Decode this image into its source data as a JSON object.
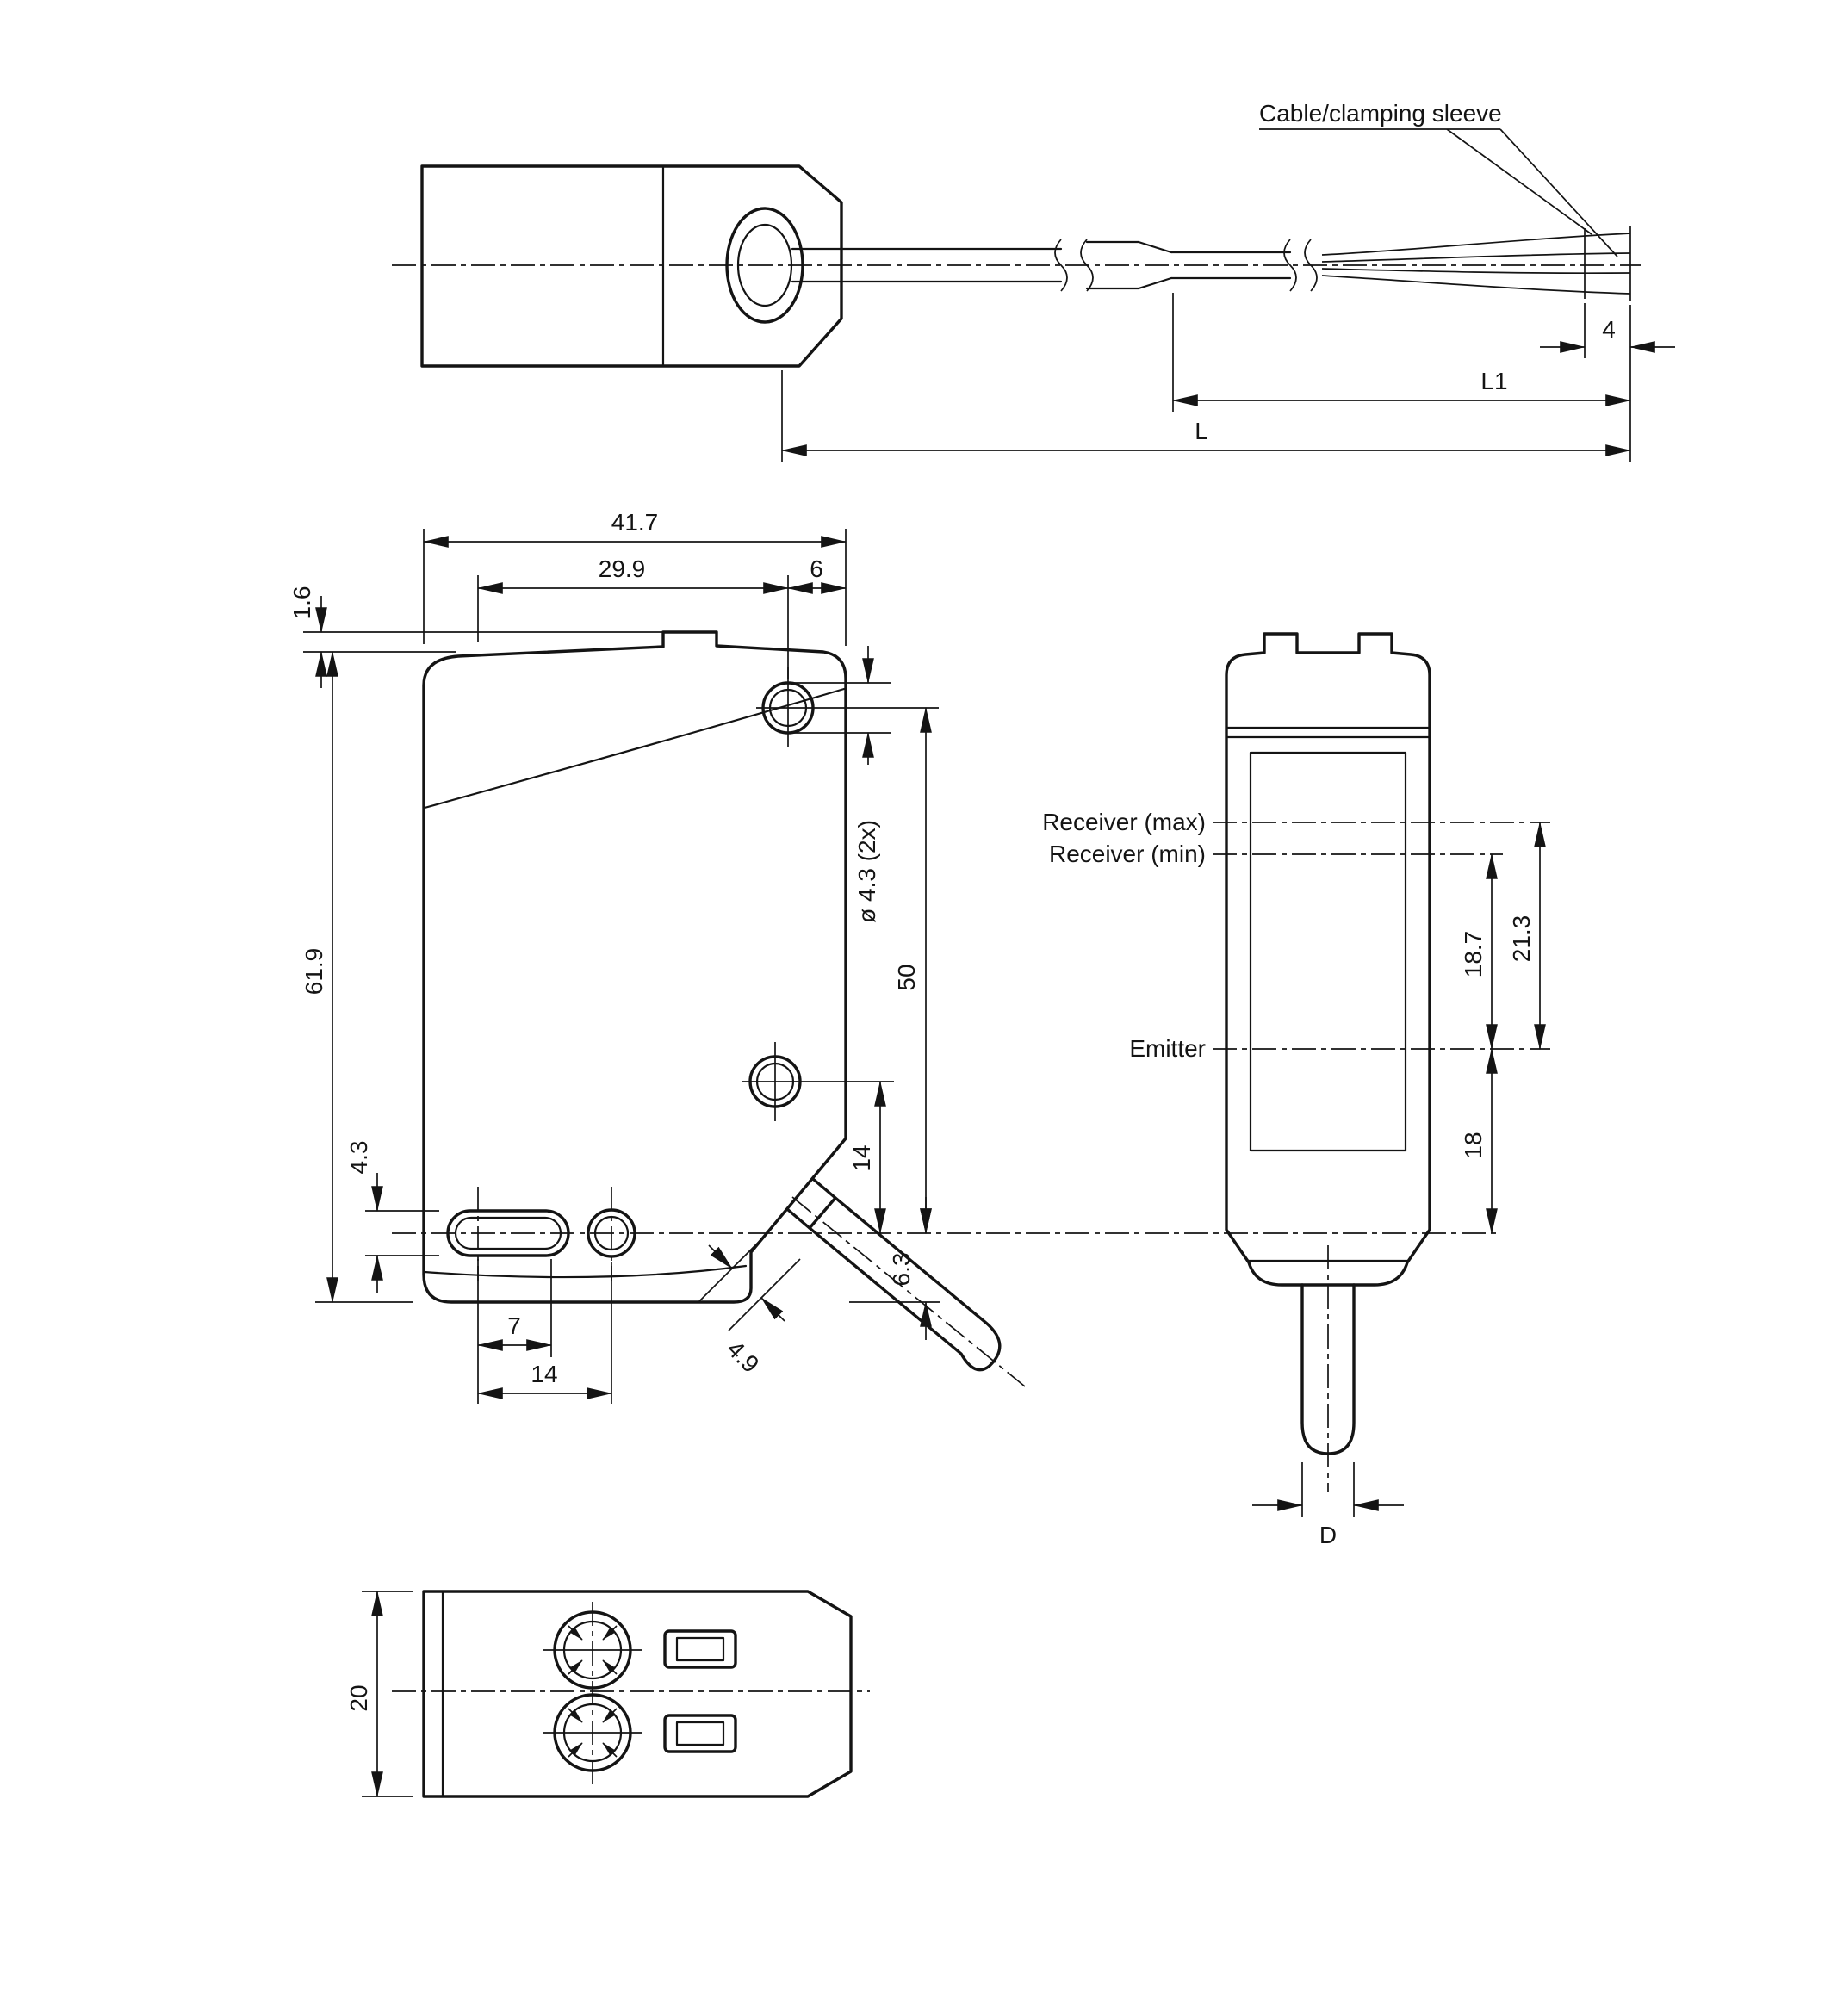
{
  "labels": {
    "cable_sleeve": "Cable/clamping sleeve",
    "receiver_max": "Receiver (max)",
    "receiver_min": "Receiver (min)",
    "emitter": "Emitter"
  },
  "dims": {
    "top_view": {
      "sleeve_len": "4",
      "l1": "L1",
      "l": "L"
    },
    "front_view": {
      "width_total": "41.7",
      "width_hole": "29.9",
      "hole_edge": "6",
      "tab_height": "1.6",
      "height_total": "61.9",
      "hole_dia": "ø 4.3 (2x)",
      "hole_span": "50",
      "hole_bottom": "14",
      "bottom_offset": "6.3",
      "led_height": "4.3",
      "led_width": "7",
      "led_span": "14",
      "chamfer": "4.9"
    },
    "side_view": {
      "recv_max_emitter": "21.3",
      "recv_min_emitter": "18.7",
      "emitter_bottom": "18",
      "cable_dia": "D"
    },
    "bottom_view": {
      "depth": "20"
    }
  }
}
